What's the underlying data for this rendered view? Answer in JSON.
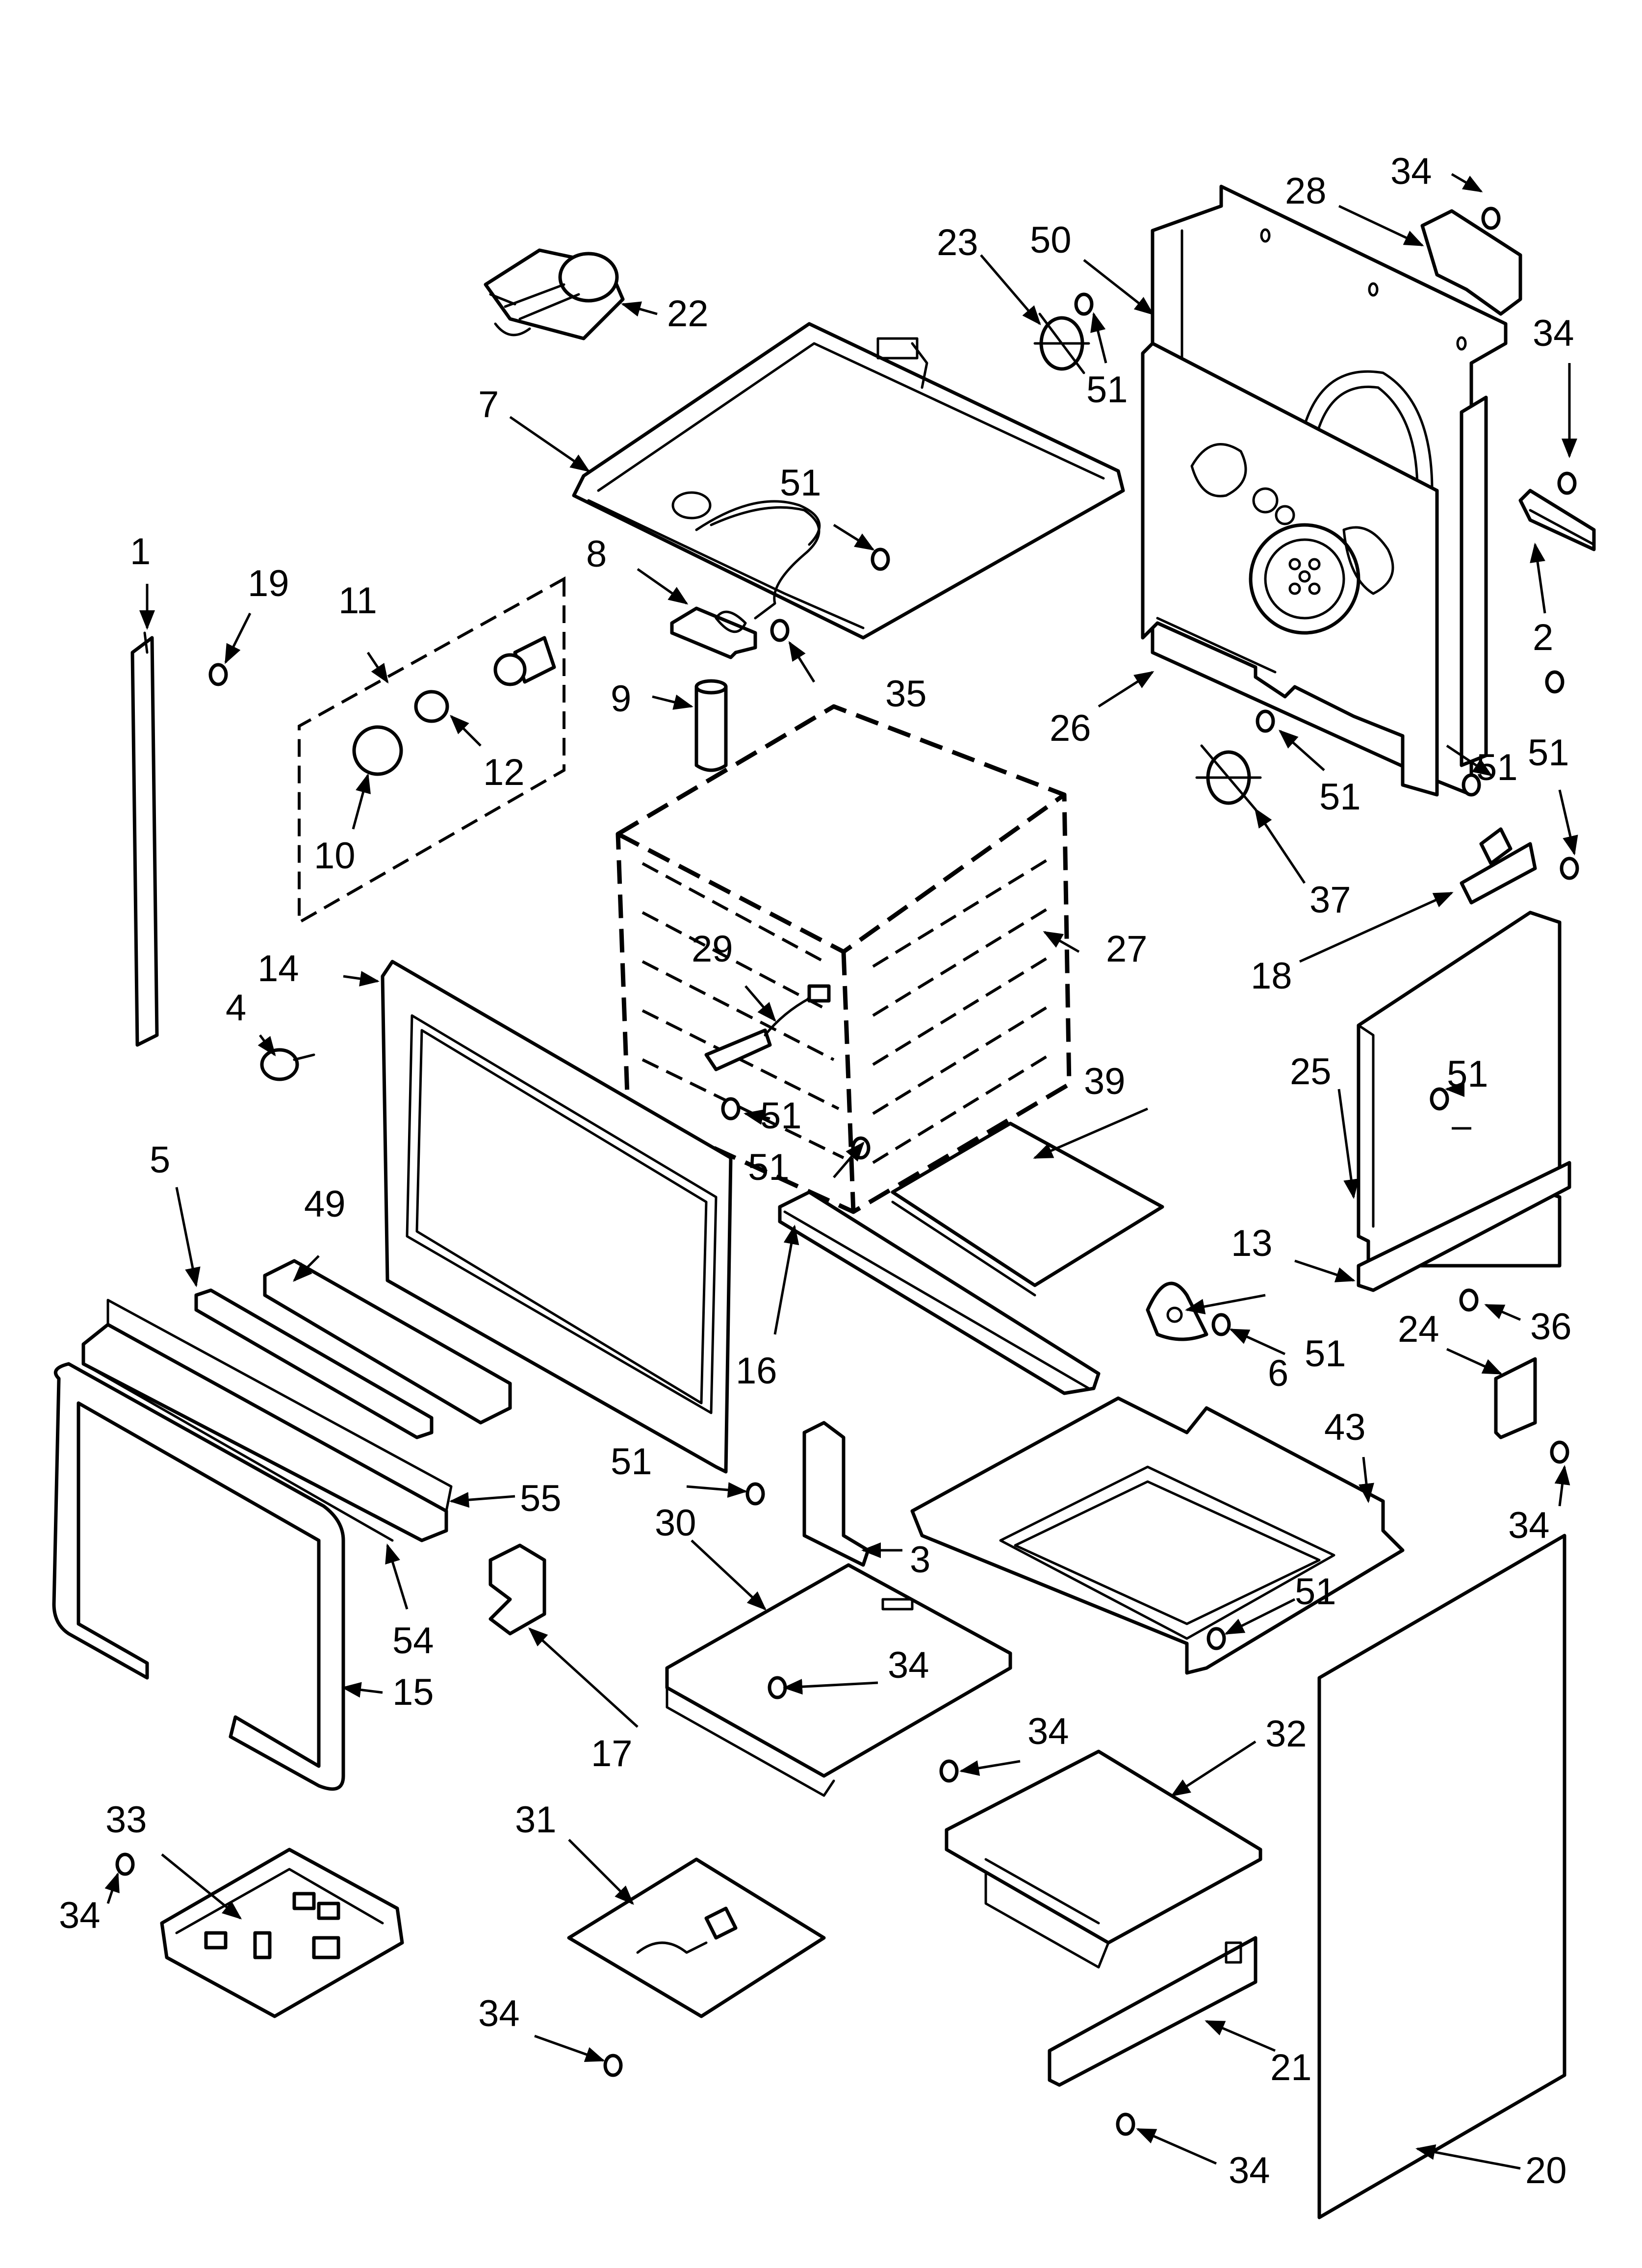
{
  "callouts": [
    {
      "id": "c1",
      "label": "1"
    },
    {
      "id": "c2",
      "label": "2"
    },
    {
      "id": "c3",
      "label": "3"
    },
    {
      "id": "c4",
      "label": "4"
    },
    {
      "id": "c5",
      "label": "5"
    },
    {
      "id": "c6",
      "label": "6"
    },
    {
      "id": "c7",
      "label": "7"
    },
    {
      "id": "c8",
      "label": "8"
    },
    {
      "id": "c9",
      "label": "9"
    },
    {
      "id": "c10",
      "label": "10"
    },
    {
      "id": "c11",
      "label": "11"
    },
    {
      "id": "c12",
      "label": "12"
    },
    {
      "id": "c13",
      "label": "13"
    },
    {
      "id": "c14",
      "label": "14"
    },
    {
      "id": "c15",
      "label": "15"
    },
    {
      "id": "c16",
      "label": "16"
    },
    {
      "id": "c17",
      "label": "17"
    },
    {
      "id": "c18",
      "label": "18"
    },
    {
      "id": "c19",
      "label": "19"
    },
    {
      "id": "c20",
      "label": "20"
    },
    {
      "id": "c21",
      "label": "21"
    },
    {
      "id": "c22",
      "label": "22"
    },
    {
      "id": "c23",
      "label": "23"
    },
    {
      "id": "c24",
      "label": "24"
    },
    {
      "id": "c25",
      "label": "25"
    },
    {
      "id": "c26",
      "label": "26"
    },
    {
      "id": "c27",
      "label": "27"
    },
    {
      "id": "c28",
      "label": "28"
    },
    {
      "id": "c29",
      "label": "29"
    },
    {
      "id": "c30",
      "label": "30"
    },
    {
      "id": "c31",
      "label": "31"
    },
    {
      "id": "c32",
      "label": "32"
    },
    {
      "id": "c33",
      "label": "33"
    },
    {
      "id": "c34a",
      "label": "34"
    },
    {
      "id": "c34b",
      "label": "34"
    },
    {
      "id": "c34c",
      "label": "34"
    },
    {
      "id": "c34d",
      "label": "34"
    },
    {
      "id": "c34e",
      "label": "34"
    },
    {
      "id": "c34f",
      "label": "34"
    },
    {
      "id": "c34g",
      "label": "34"
    },
    {
      "id": "c34h",
      "label": "34"
    },
    {
      "id": "c35",
      "label": "35"
    },
    {
      "id": "c36",
      "label": "36"
    },
    {
      "id": "c37",
      "label": "37"
    },
    {
      "id": "c39",
      "label": "39"
    },
    {
      "id": "c43",
      "label": "43"
    },
    {
      "id": "c49",
      "label": "49"
    },
    {
      "id": "c50",
      "label": "50"
    },
    {
      "id": "c51a",
      "label": "51"
    },
    {
      "id": "c51b",
      "label": "51"
    },
    {
      "id": "c51c",
      "label": "51"
    },
    {
      "id": "c51d",
      "label": "51"
    },
    {
      "id": "c51e",
      "label": "51"
    },
    {
      "id": "c51f",
      "label": "51"
    },
    {
      "id": "c51g",
      "label": "51"
    },
    {
      "id": "c51h",
      "label": "51"
    },
    {
      "id": "c51i",
      "label": "51"
    },
    {
      "id": "c51j",
      "label": "51"
    },
    {
      "id": "c51k",
      "label": "51"
    },
    {
      "id": "c54",
      "label": "54"
    },
    {
      "id": "c55",
      "label": "55"
    }
  ]
}
